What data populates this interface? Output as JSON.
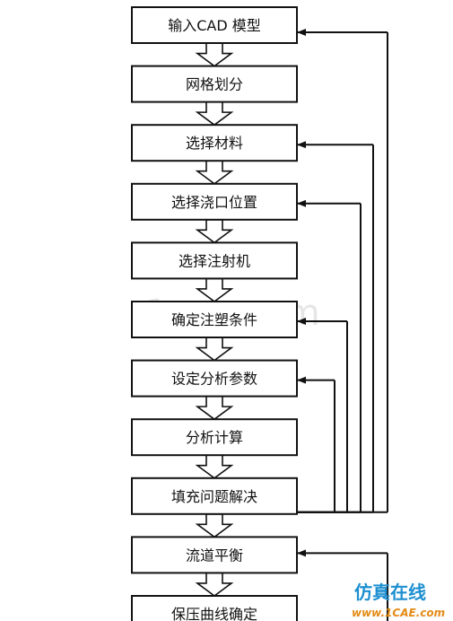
{
  "steps": [
    "输入CAD 模型",
    "网格划分",
    "选择材料",
    "选择浇口位置",
    "选择注射机",
    "确定注塑条件",
    "设定分析参数",
    "分析计算",
    "填充问题解决",
    "流道平衡",
    "保压曲线确定"
  ],
  "feedback": [
    {
      "from": "填充问题解决",
      "to": "输入CAD 模型"
    },
    {
      "from": "填充问题解决",
      "to": "选择材料"
    },
    {
      "from": "填充问题解决",
      "to": "选择浇口位置"
    },
    {
      "from": "填充问题解决",
      "to": "确定注塑条件"
    },
    {
      "from": "填充问题解决",
      "to": "设定分析参数"
    },
    {
      "from": "保压曲线确定",
      "to": "流道平衡"
    }
  ],
  "watermark": {
    "text_cn": "仿真在线",
    "text_en": "www.1CAE.com",
    "faint": "1cae.com"
  },
  "colors": {
    "stroke": "#111111",
    "box_fill": "#ffffff",
    "arrow_fill": "#ffffff",
    "wm_cn": "#1d8fd0",
    "wm_en": "#e38b16"
  }
}
